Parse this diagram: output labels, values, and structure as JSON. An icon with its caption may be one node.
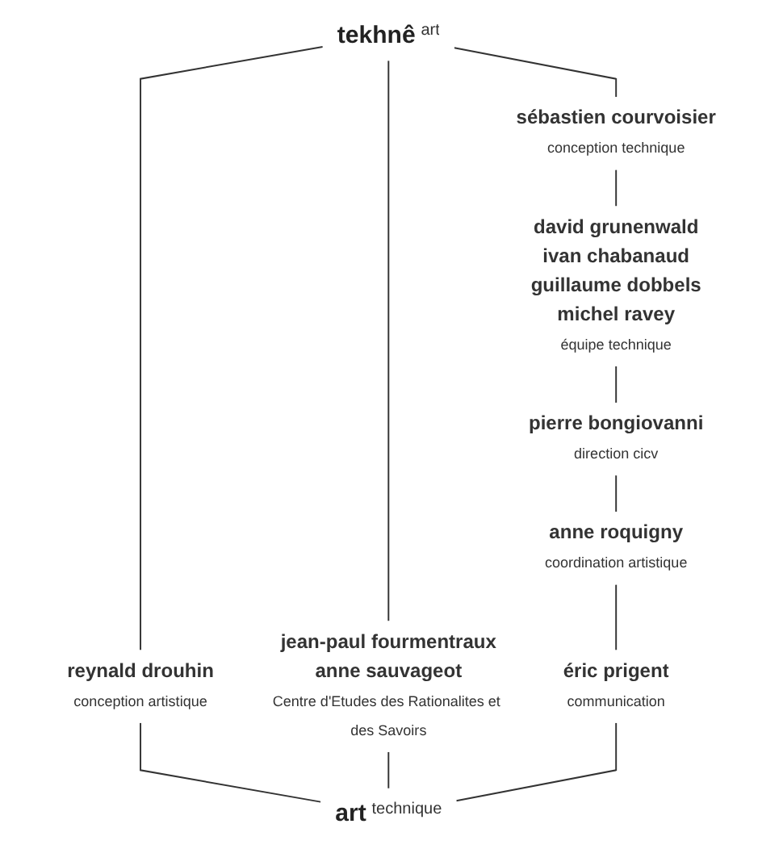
{
  "diagram": {
    "nodes": [
      {
        "text": [
          "tekhnê",
          "art"
        ]
      },
      {
        "text": [
          "reynald drouhin",
          "conception artistique"
        ]
      },
      {
        "text": [
          "sébastien courvoisier",
          "conception technique"
        ]
      },
      {
        "text": [
          "david grunenwald",
          "ivan chabanaud",
          "guillaume dobbels",
          "michel ravey",
          "équipe technique"
        ]
      },
      {
        "text": [
          "pierre bongiovanni",
          "direction cicv"
        ]
      },
      {
        "text": [
          "jean-paul fourmentraux",
          "anne sauvageot",
          "Centre d'Etudes des Rationalites et des Savoirs"
        ]
      },
      {
        "text": [
          "anne roquigny",
          "coordination artistique"
        ]
      },
      {
        "text": [
          "éric prigent",
          "communication"
        ]
      },
      {
        "text": [
          "art",
          "technique"
        ]
      }
    ],
    "edges": [
      {
        "from": 0,
        "to": 1,
        "arrow": "none"
      },
      {
        "from": 0,
        "to": 2,
        "arrow": "none"
      },
      {
        "from": 0,
        "to": 5,
        "arrow": "none"
      },
      {
        "from": 2,
        "to": 3,
        "arrow": "none"
      },
      {
        "from": 3,
        "to": 4,
        "arrow": "none"
      },
      {
        "from": 4,
        "to": 6,
        "arrow": "none"
      },
      {
        "from": 6,
        "to": 7,
        "arrow": "none"
      },
      {
        "from": 1,
        "to": 8,
        "arrow": "none"
      },
      {
        "from": 5,
        "to": 8,
        "arrow": "none"
      },
      {
        "from": 7,
        "to": 8,
        "arrow": "none"
      }
    ]
  }
}
